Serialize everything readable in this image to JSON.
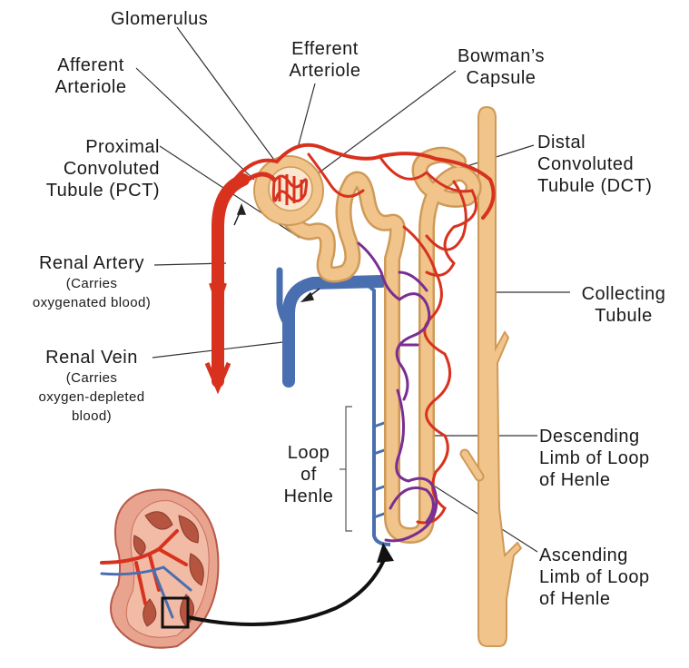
{
  "labels": {
    "glomerulus": "Glomerulus",
    "efferent": [
      "Efferent",
      "Arteriole"
    ],
    "bowmans": [
      "Bowman’s",
      "Capsule"
    ],
    "afferent": [
      "Afferent",
      "Arteriole"
    ],
    "pct": [
      "Proximal",
      "Convoluted",
      "Tubule (PCT)"
    ],
    "dct": [
      "Distal",
      "Convoluted",
      "Tubule (DCT)"
    ],
    "renal_artery": {
      "title": "Renal Artery",
      "note": [
        "(Carries",
        "oxygenated blood)"
      ]
    },
    "renal_vein": {
      "title": "Renal Vein",
      "note": [
        "(Carries",
        "oxygen-depleted",
        "blood)"
      ]
    },
    "collecting": [
      "Collecting",
      "Tubule"
    ],
    "loop": [
      "Loop",
      "of",
      "Henle"
    ],
    "descending": [
      "Descending",
      "Limb of Loop",
      "of Henle"
    ],
    "ascending": [
      "Ascending",
      "Limb of Loop",
      "of Henle"
    ]
  },
  "colors": {
    "artery": "#d8321f",
    "vein": "#4a6fb0",
    "capillary_purple": "#7a2e93",
    "tubule": "#f0c48a",
    "tubule_edge": "#cf9a58",
    "kidney": "#e8a48e",
    "kidney_edge": "#b8584a"
  }
}
